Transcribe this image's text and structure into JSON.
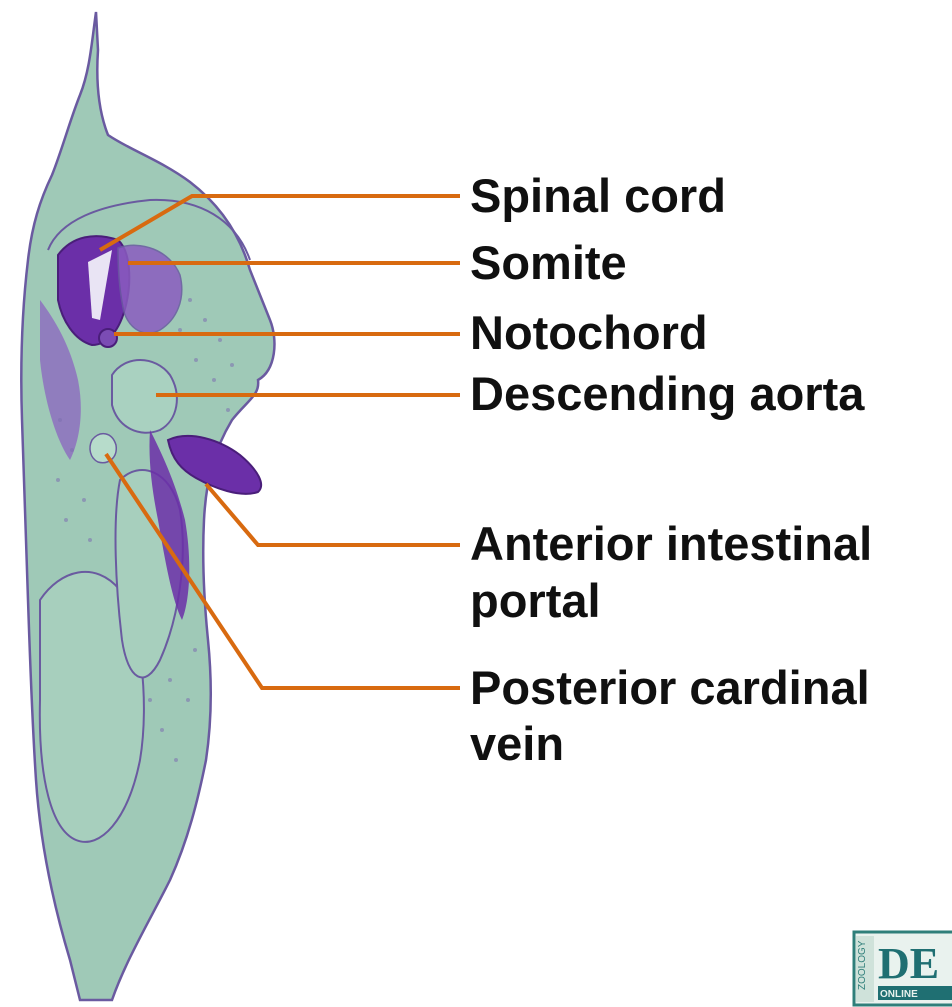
{
  "diagram": {
    "labels": {
      "spinal_cord": "Spinal cord",
      "somite": "Somite",
      "notochord": "Notochord",
      "descending_aorta": "Descending aorta",
      "anterior_intestinal_portal_line1": "Anterior intestinal",
      "anterior_intestinal_portal_line2": "portal",
      "posterior_cardinal_vein_line1": "Posterior cardinal",
      "posterior_cardinal_vein_line2": "vein"
    },
    "colors": {
      "tissue_fill": "#9fc9b7",
      "tissue_outline": "#6a5aa0",
      "neural_stain": "#6b2fa8",
      "leader_line": "#d86a10",
      "label_text": "#101010"
    }
  },
  "logo": {
    "text": "ZOOLOGY DEV ONLINE",
    "colors": {
      "frame": "#2f7f7a",
      "letters": "#1f6f72"
    }
  }
}
